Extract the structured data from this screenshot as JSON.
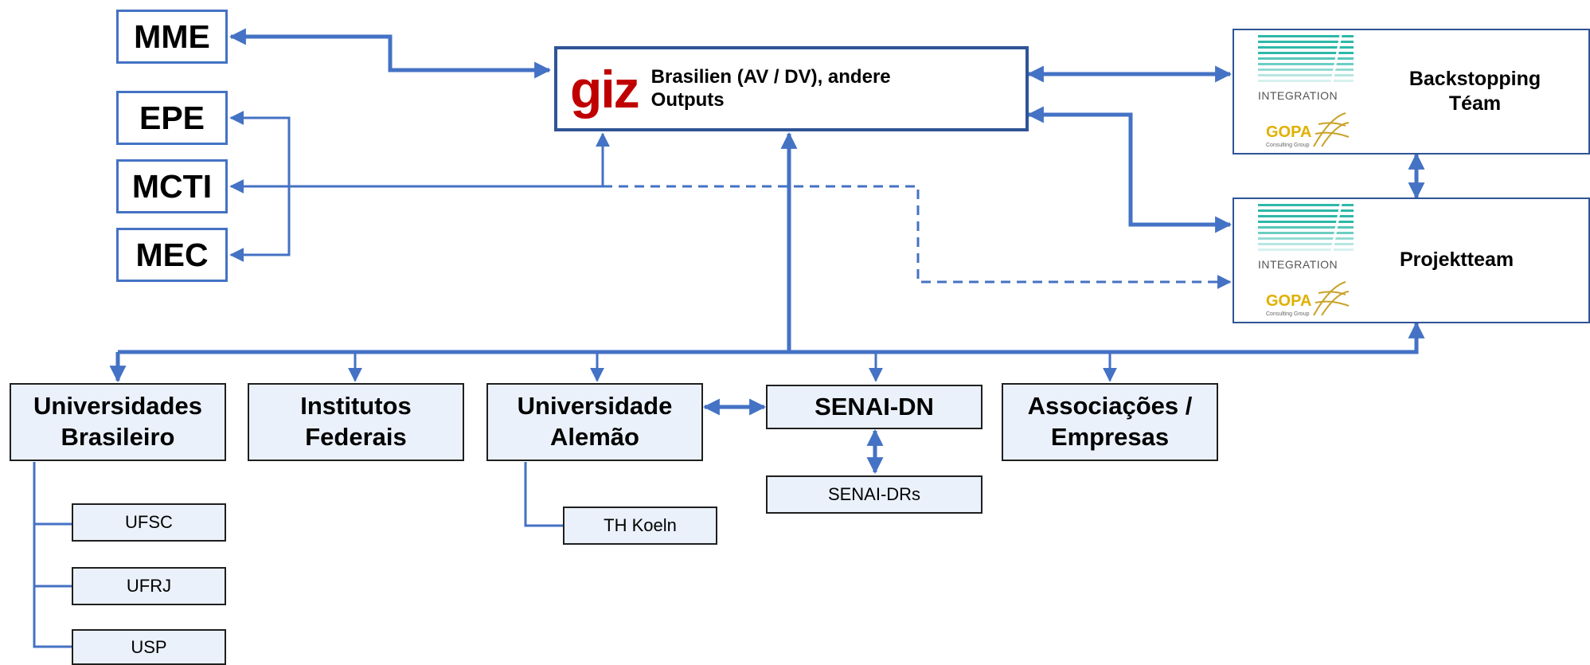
{
  "ministries": {
    "mme": "MME",
    "epe": "EPE",
    "mcti": "MCTI",
    "mec": "MEC"
  },
  "giz": {
    "logo_text": "giz",
    "label": "Brasilien (AV / DV), andere Outputs"
  },
  "teams": {
    "backstopping": "Backstopping Téam",
    "projekt": "Projektteam",
    "integration_logo": "INTEGRATION",
    "gopa_logo": "GOPA",
    "gopa_tagline": "Consulting Group"
  },
  "partners": {
    "universidades_brasileiro": "Universidades Brasileiro",
    "institutos_federais": "Institutos Federais",
    "universidade_alemao": "Universidade Alemão",
    "senai_dn": "SENAI-DN",
    "associacoes": "Associações / Empresas"
  },
  "sub_units": {
    "ufsc": "UFSC",
    "ufrj": "UFRJ",
    "usp": "USP",
    "th_koeln": "TH Koeln",
    "senai_drs": "SENAI-DRs"
  },
  "colors": {
    "connector": "#4472c4",
    "box_fill": "#eaf1fa",
    "giz_red": "#c00000",
    "giz_border": "#2f5496"
  }
}
